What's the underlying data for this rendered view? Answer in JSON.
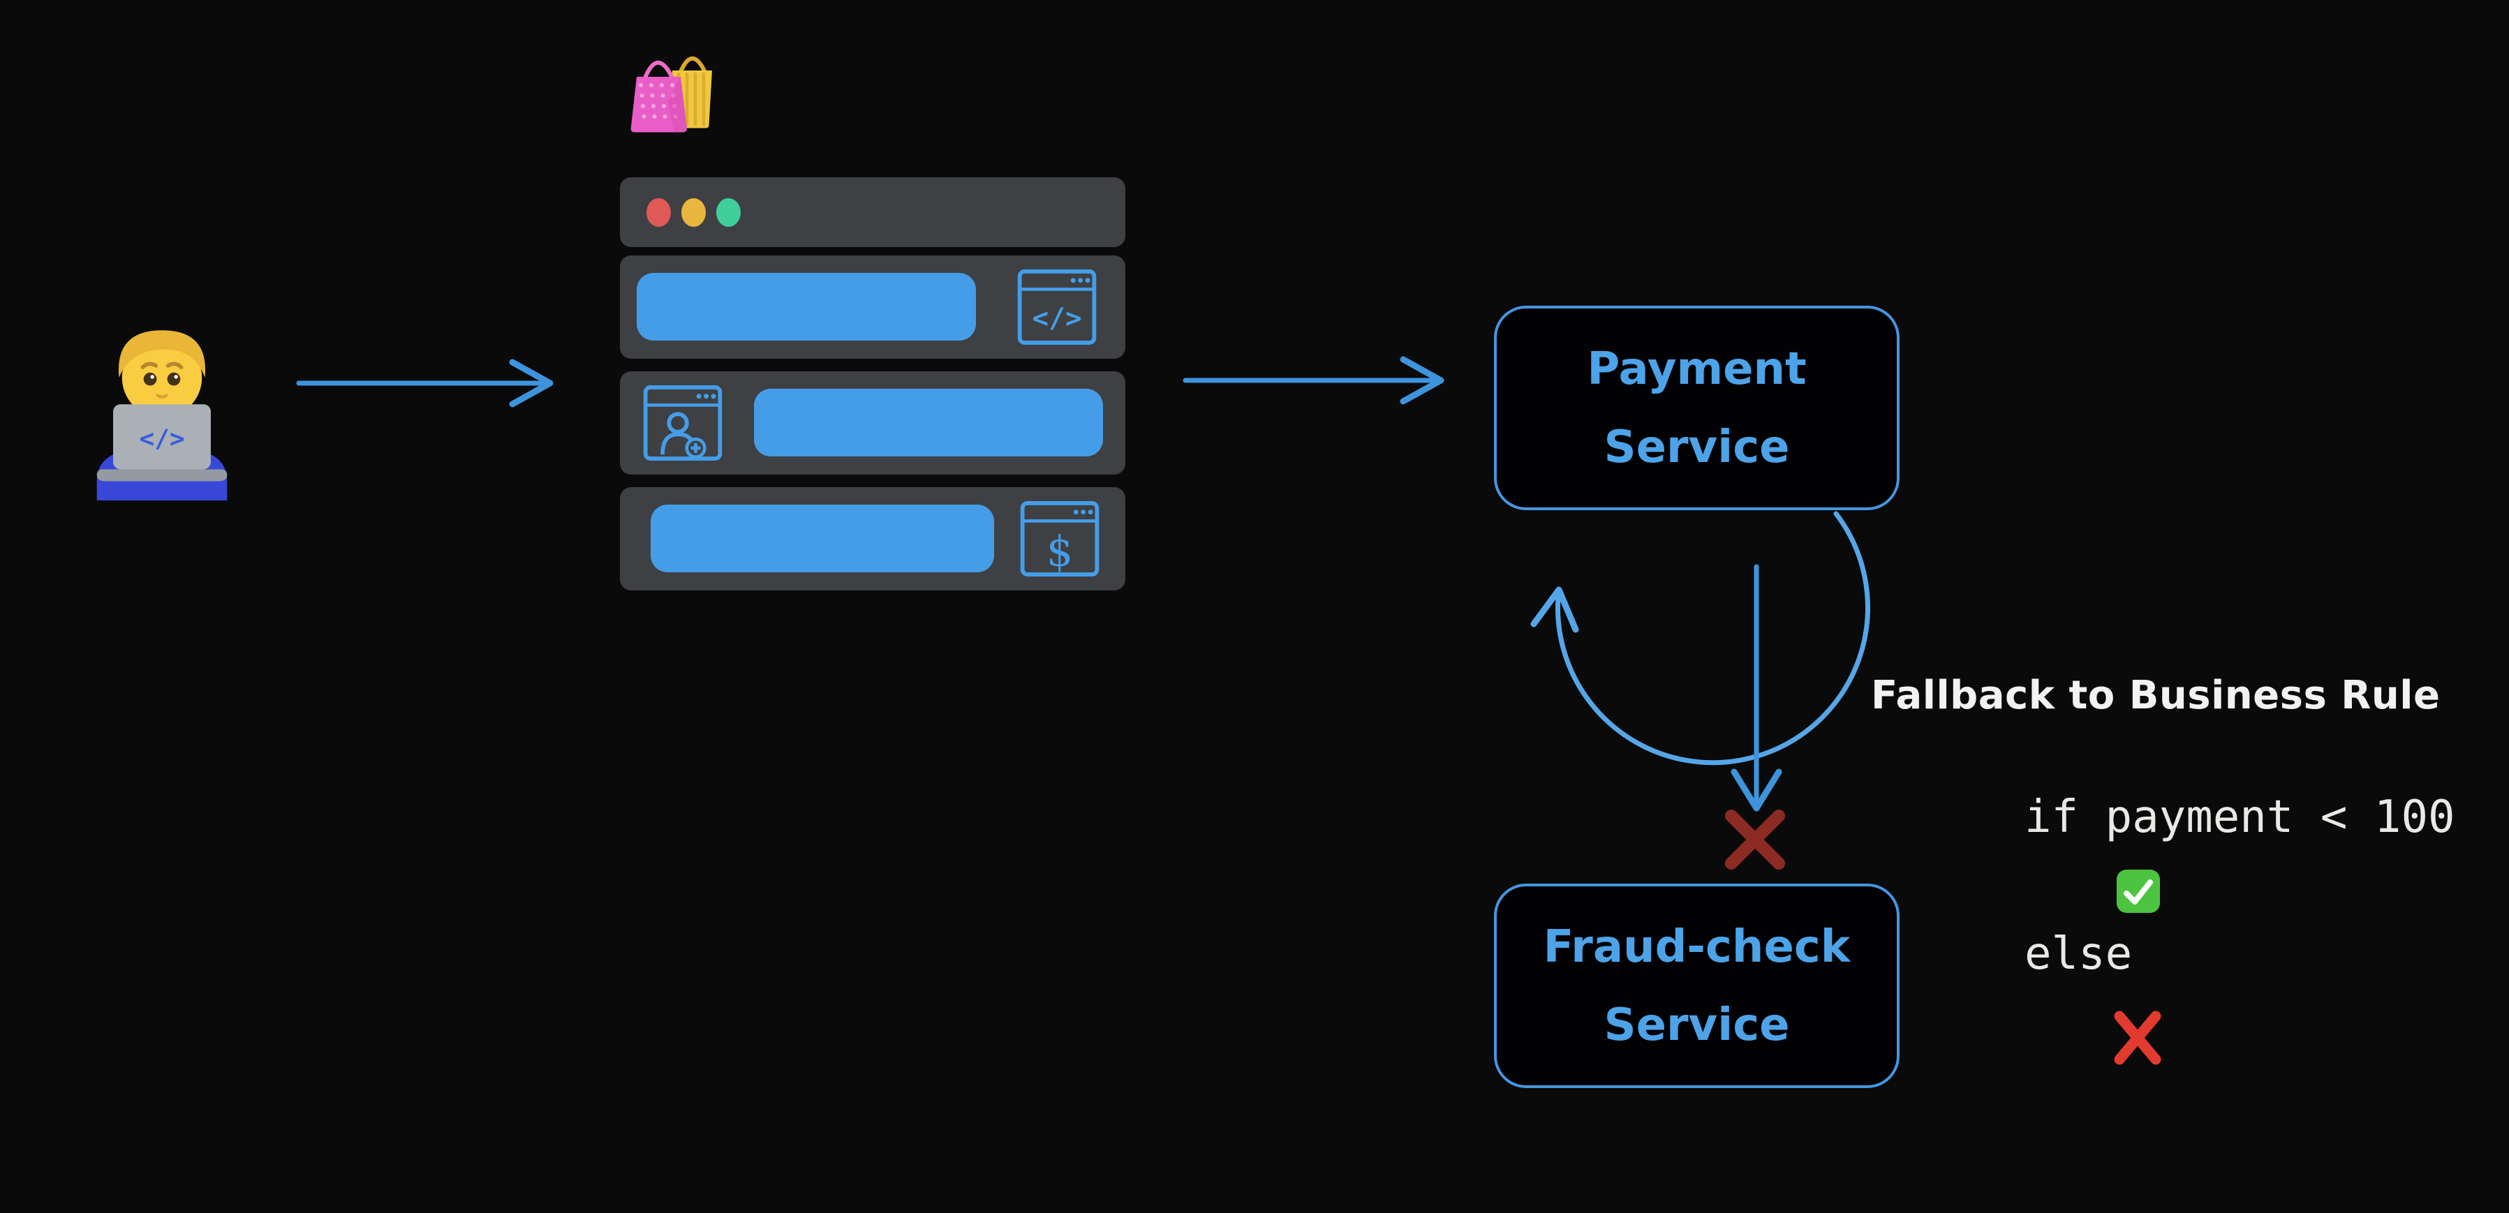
{
  "canvas": {
    "background": "#0a0a0b"
  },
  "developer": {
    "emoji_name": "man-technologist",
    "laptop_glyph": "</>"
  },
  "shop": {
    "emoji_name": "shopping-bags"
  },
  "browser": {
    "traffic_lights": [
      {
        "name": "close",
        "color": "#df5a56"
      },
      {
        "name": "minimize",
        "color": "#e9b73d"
      },
      {
        "name": "zoom",
        "color": "#3ecf9d"
      }
    ],
    "rows": [
      {
        "icon": "code-window",
        "glyph": "</>"
      },
      {
        "icon": "add-user-window",
        "glyph": ""
      },
      {
        "icon": "dollar-window",
        "glyph": "$"
      }
    ]
  },
  "nodes": {
    "payment": {
      "line1": "Payment",
      "line2": "Service"
    },
    "fraud": {
      "line1": "Fraud-check",
      "line2": "Service"
    }
  },
  "annotations": {
    "fallback_label": "Fallback to Business Rule",
    "code_if": "if payment < 100",
    "code_else": "else",
    "if_result_icon": "check-mark-button",
    "else_result_icon": "cross-mark",
    "loop_failure_icon": "cross-mark-dark"
  },
  "colors": {
    "accent_blue": "#459de8",
    "arrow_blue": "#3d94dd",
    "arc_blue": "#55a6e8",
    "node_border_blue": "#4596e0",
    "node_text_blue": "#4da3e8",
    "panel_gray": "#3e4043",
    "white_text": "#f2f2f2",
    "check_green": "#4cc440",
    "cross_red": "#e23a2e",
    "cross_dark_red": "#8c2b23",
    "traffic_red": "#df5a56",
    "traffic_yellow": "#e9b73d",
    "traffic_green": "#3ecf9d"
  }
}
